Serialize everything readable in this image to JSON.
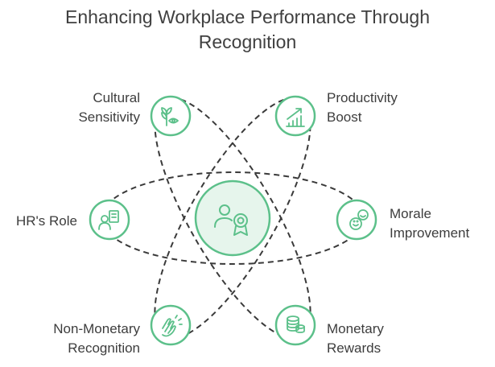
{
  "title": {
    "line1": "Enhancing Workplace Performance Through",
    "line2": "Recognition"
  },
  "colors": {
    "accent": "#5cc08a",
    "node_fill": "#e6f5ec",
    "orbit": "#3a3a3a"
  },
  "nodes": {
    "cultural": {
      "line1": "Cultural",
      "line2": "Sensitivity",
      "icon": "plant-eye-icon"
    },
    "productivity": {
      "line1": "Productivity",
      "line2": "Boost",
      "icon": "growth-chart-icon"
    },
    "hr": {
      "line1": "HR's Role",
      "icon": "person-document-icon"
    },
    "morale": {
      "line1": "Morale",
      "line2": "Improvement",
      "icon": "smiley-faces-icon"
    },
    "nonmonetary": {
      "line1": "Non-Monetary",
      "line2": "Recognition",
      "icon": "clapping-hands-icon"
    },
    "monetary": {
      "line1": "Monetary",
      "line2": "Rewards",
      "icon": "coin-stack-icon"
    },
    "center": {
      "icon": "person-award-icon"
    }
  }
}
